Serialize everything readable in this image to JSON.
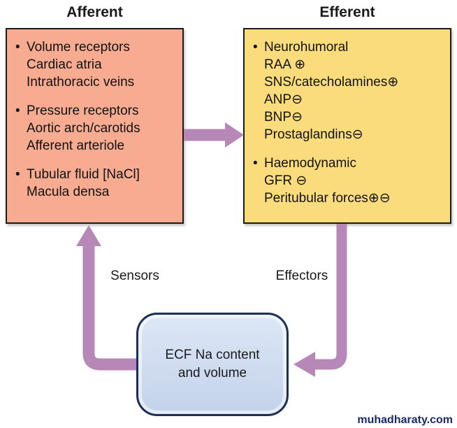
{
  "glyphs": {
    "bullet": "•"
  },
  "headings": {
    "afferent": "Afferent",
    "efferent": "Efferent"
  },
  "afferent": {
    "items": [
      {
        "title": "Volume receptors",
        "subs": [
          "Cardiac atria",
          "Intrathoracic veins"
        ]
      },
      {
        "title": "Pressure receptors",
        "subs": [
          "Aortic arch/carotids",
          "Afferent arteriole"
        ]
      },
      {
        "title": "Tubular fluid [NaCl]",
        "subs": [
          "Macula densa"
        ]
      }
    ]
  },
  "efferent": {
    "items": [
      {
        "title": "Neurohumoral",
        "subs": [
          "RAA ⊕",
          "SNS/catecholamines⊕",
          "ANP⊖",
          "BNP⊖",
          "Prostaglandins⊖"
        ]
      },
      {
        "title": "Haemodynamic",
        "subs": [
          "GFR ⊖",
          "Peritubular forces⊕⊖"
        ]
      }
    ]
  },
  "labels": {
    "sensors": "Sensors",
    "effectors": "Effectors"
  },
  "ecf": {
    "line1": "ECF Na content",
    "line2": "and volume"
  },
  "watermark": "muhadharaty.com",
  "colors": {
    "afferent_fill": "#F7AC92",
    "efferent_fill": "#FBDC7D",
    "arrow": "#B787B7",
    "ecf_border": "#1C2F55",
    "watermark_text": "#1A2A6B"
  }
}
